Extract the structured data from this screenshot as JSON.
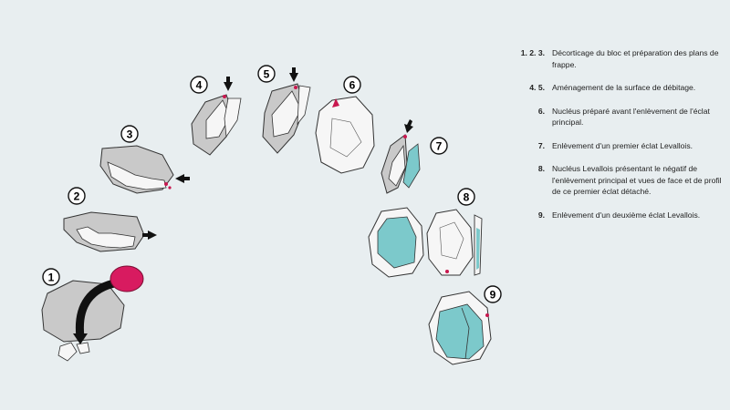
{
  "steps": [
    {
      "num": "1"
    },
    {
      "num": "2"
    },
    {
      "num": "3"
    },
    {
      "num": "4"
    },
    {
      "num": "5"
    },
    {
      "num": "6"
    },
    {
      "num": "7"
    },
    {
      "num": "8"
    },
    {
      "num": "9"
    }
  ],
  "legend": [
    {
      "num": "1. 2. 3.",
      "text": "Décorticage du bloc et préparation des plans de frappe."
    },
    {
      "num": "4. 5.",
      "text": "Aménagement de la surface de débitage."
    },
    {
      "num": "6.",
      "text": "Nucléus préparé avant l'enlèvement de l'éclat principal."
    },
    {
      "num": "7.",
      "text": "Enlèvement d'un premier éclat Levallois."
    },
    {
      "num": "8.",
      "text": "Nucléus Levallois présentant le négatif de l'enlèvement principal et vues de face et de profil de ce premier éclat détaché."
    },
    {
      "num": "9.",
      "text": "Enlèvement d'un deuxième éclat Levallois."
    }
  ],
  "colors": {
    "background": "#e8eef0",
    "cortex": "#c9c9c9",
    "flake_scar": "#f6f6f6",
    "levallois_flake": "#7cc9cb",
    "platform_mark": "#c8184f",
    "arrow": "#111111"
  }
}
